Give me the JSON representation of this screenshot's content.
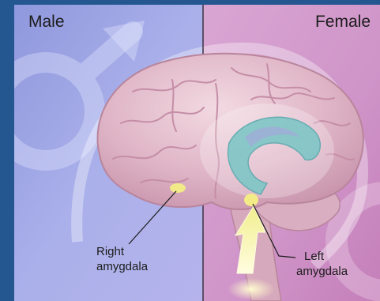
{
  "panels": {
    "left_label": "Male",
    "right_label": "Female"
  },
  "callouts": {
    "right_amygdala": {
      "line1": "Right",
      "line2": "amygdala"
    },
    "left_amygdala": {
      "line1": "Left",
      "line2": "amygdala"
    }
  },
  "colors": {
    "frame_border": "#24578f",
    "male_bg": "#a9b0e6",
    "female_bg": "#cf98c8",
    "divider": "#3a3340",
    "brain": "#e2bccb",
    "amygdala": "#f3ec86",
    "hippocampus": "#7fc6c7",
    "arrow": "#f6f3a8"
  },
  "icons": [
    "male-symbol-icon",
    "female-symbol-icon",
    "brain-illustration",
    "signal-arrow-icon"
  ]
}
